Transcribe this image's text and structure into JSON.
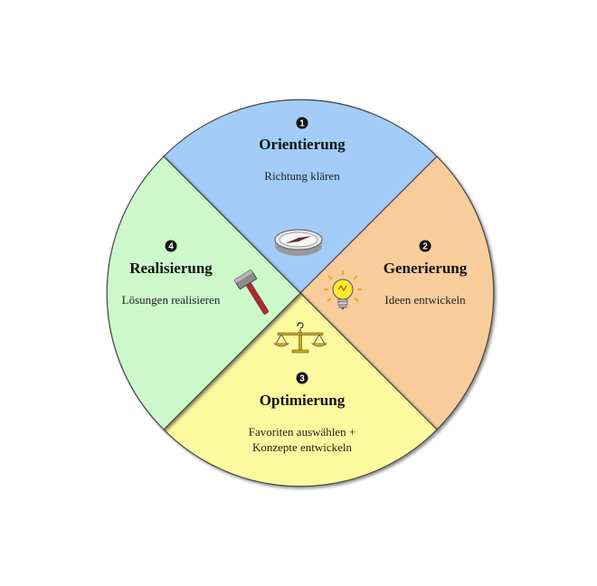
{
  "diagram": {
    "segments": [
      {
        "id": "orientierung",
        "number": "1",
        "title": "Orientierung",
        "subtitle_lines": [
          "Richtung klären"
        ],
        "fill": "#a3ccf8",
        "icon": "compass-icon"
      },
      {
        "id": "generierung",
        "number": "2",
        "title": "Generierung",
        "subtitle_lines": [
          "Ideen entwickeln"
        ],
        "fill": "#f9cc9b",
        "icon": "lightbulb-icon"
      },
      {
        "id": "optimierung",
        "number": "3",
        "title": "Optimierung",
        "subtitle_lines": [
          "Favoriten auswählen +",
          "Konzepte entwickeln"
        ],
        "fill": "#fbfa9e",
        "icon": "scales-icon"
      },
      {
        "id": "realisierung",
        "number": "4",
        "title": "Realisierung",
        "subtitle_lines": [
          "Lösungen realisieren"
        ],
        "fill": "#ccf8cc",
        "icon": "hammer-icon"
      }
    ]
  }
}
